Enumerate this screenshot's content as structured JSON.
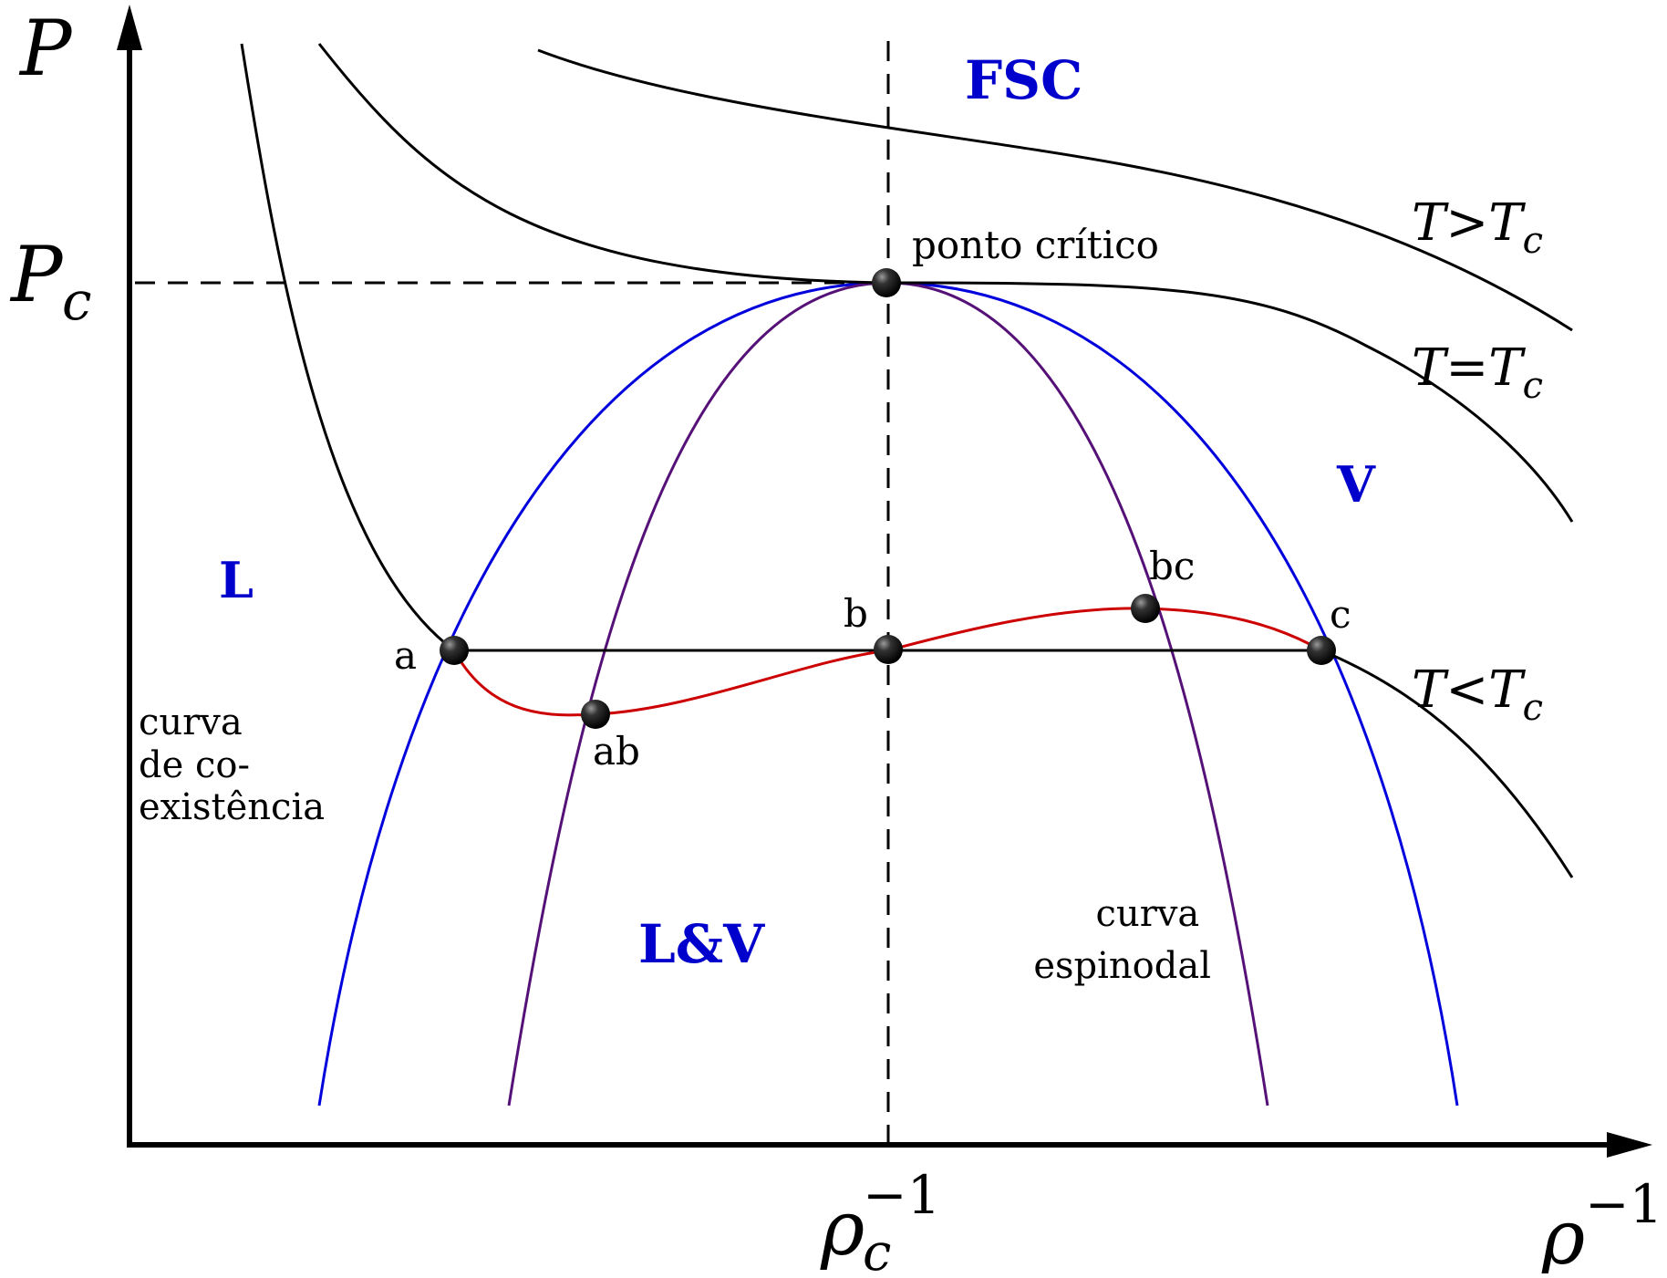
{
  "axes": {
    "y_label": "P",
    "x_label_base": "ρ",
    "x_label_exp": "−1",
    "pc_base": "P",
    "pc_sub": "c",
    "rhoc_base": "ρ",
    "rhoc_sub": "c",
    "rhoc_exp": "−1"
  },
  "regions": {
    "fsc": "FSC",
    "liquid": "L",
    "vapor": "V",
    "coexist": "L&V"
  },
  "isotherms": {
    "above": {
      "T": "T",
      "rel": ">",
      "Tc": "T",
      "sub": "c"
    },
    "critical": {
      "T": "T",
      "rel": "=",
      "Tc": "T",
      "sub": "c"
    },
    "below": {
      "T": "T",
      "rel": "<",
      "Tc": "T",
      "sub": "c"
    }
  },
  "points": {
    "critical": "ponto crítico",
    "a": "a",
    "ab": "ab",
    "b": "b",
    "bc": "bc",
    "c": "c"
  },
  "curves": {
    "coexistence": [
      "curva",
      "de co-",
      "existência"
    ],
    "spinodal": [
      "curva",
      "espinodal"
    ]
  },
  "colors": {
    "axis": "#000000",
    "coexistence_curve": "#0000dd",
    "spinodal_curve": "#551177",
    "van_der_waals_loop": "#cc0000",
    "region_label": "#0000cc"
  }
}
